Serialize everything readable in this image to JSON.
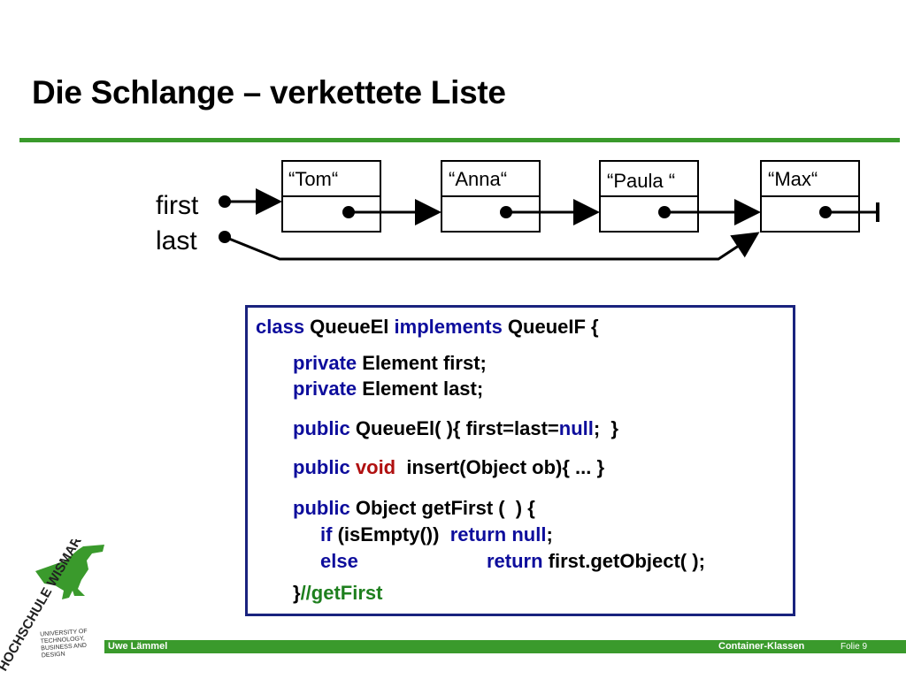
{
  "slide": {
    "title": "Die Schlange – verkettete Liste",
    "accent_color": "#3a9a2c",
    "code_border_color": "#1a237e"
  },
  "diagram": {
    "labels": {
      "first": "first",
      "last": "last"
    },
    "nodes": [
      {
        "name": "“Tom“"
      },
      {
        "name": "“Anna“"
      },
      {
        "name": "“Paula “"
      },
      {
        "name": "“Max“"
      }
    ]
  },
  "code": {
    "l1": {
      "kw1": "class",
      "t1": " QueueEl ",
      "kw2": "implements",
      "t2": " QueueIF {"
    },
    "l2": {
      "kw": "private",
      "t": " Element first;"
    },
    "l3": {
      "kw": "private",
      "t": " Element last;"
    },
    "l4": {
      "kw": "public",
      "t1": " QueueEl( ){ first=last=",
      "kw2": "null",
      "t2": ";  }"
    },
    "l5": {
      "kw": "public",
      "kw2": " void",
      "t": "  insert(Object ob){ ... }"
    },
    "l6": {
      "kw": "public",
      "t": " Object getFirst (  ) {"
    },
    "l7": {
      "kw": "if",
      "t": " (isEmpty())  ",
      "kw2": "return null",
      "t2": ";"
    },
    "l8": {
      "kw": "else",
      "kw2": "return",
      "t": " first.getObject( );"
    },
    "l9": {
      "t": "}",
      "cm": "//getFirst"
    }
  },
  "footer": {
    "author": "Uwe Lämmel",
    "topic": "Container-Klassen",
    "slide_label": "Folie 9"
  },
  "logo": {
    "name": "HOCHSCHULE WISMAR",
    "tagline": "UNIVERSITY OF TECHNOLOGY, BUSINESS AND DESIGN"
  }
}
